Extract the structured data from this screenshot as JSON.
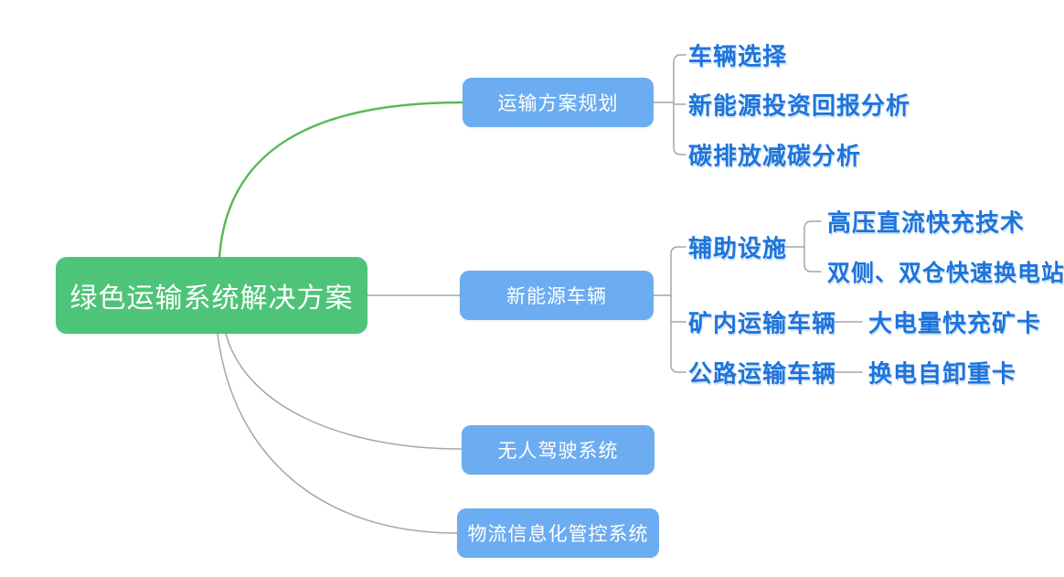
{
  "colors": {
    "root_fill": "#4EC478",
    "branch_fill": "#6CACF0",
    "leaf_text": "#1E74DB",
    "connector_gray": "#A6A6A6",
    "connector_green": "#5AB95A",
    "node_text": "#FFFFFF",
    "background": "#FFFFFF"
  },
  "mindmap": {
    "root": {
      "label": "绿色运输系统解决方案"
    },
    "branches": [
      {
        "label": "运输方案规划",
        "children": [
          {
            "label": "车辆选择"
          },
          {
            "label": "新能源投资回报分析"
          },
          {
            "label": "碳排放减碳分析"
          }
        ]
      },
      {
        "label": "新能源车辆",
        "children": [
          {
            "label": "辅助设施",
            "children": [
              {
                "label": "高压直流快充技术"
              },
              {
                "label": "双侧、双仓快速换电站"
              }
            ]
          },
          {
            "label": "矿内运输车辆",
            "children": [
              {
                "label": "大电量快充矿卡"
              }
            ]
          },
          {
            "label": "公路运输车辆",
            "children": [
              {
                "label": "换电自卸重卡"
              }
            ]
          }
        ]
      },
      {
        "label": "无人驾驶系统",
        "children": []
      },
      {
        "label": "物流信息化管控系统",
        "children": []
      }
    ]
  }
}
